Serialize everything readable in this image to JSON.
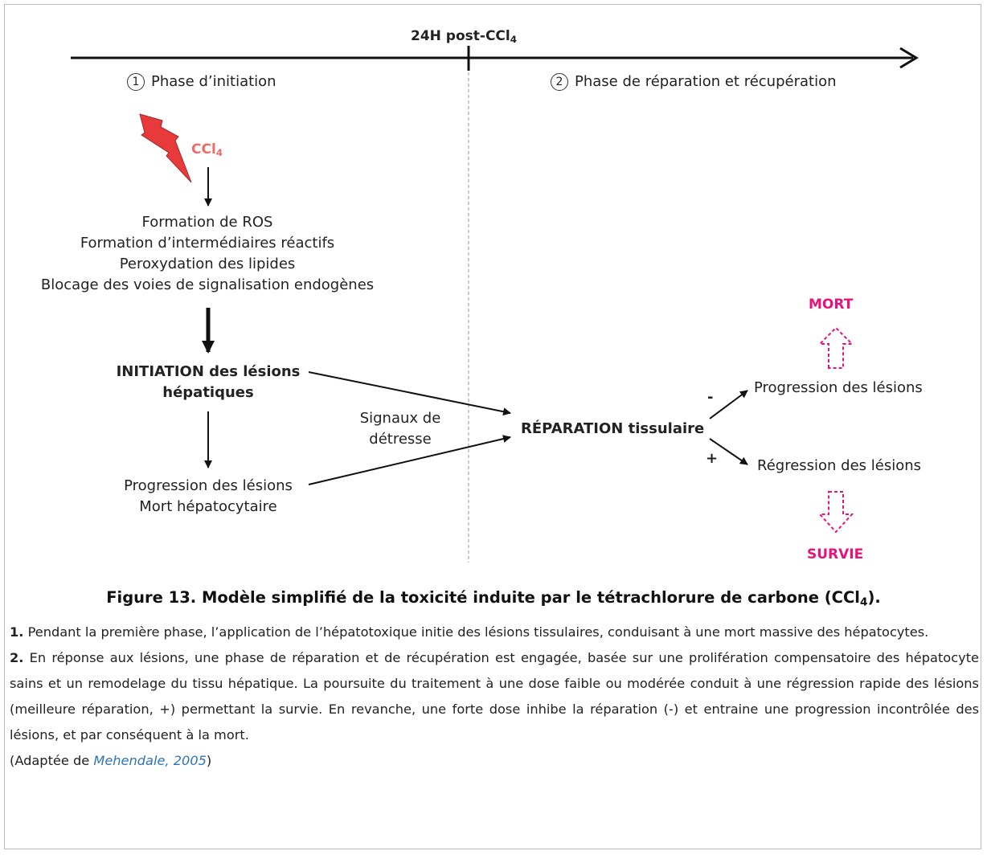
{
  "timeline": {
    "marker_label": "24H post-CCl",
    "marker_sub": "4"
  },
  "phases": [
    {
      "num": "1",
      "label": "Phase d’initiation"
    },
    {
      "num": "2",
      "label": "Phase de réparation et récupération"
    }
  ],
  "agent": {
    "label": "CCl",
    "sub": "4",
    "icon": "lightning-bolt-icon",
    "color": "#f06a6a"
  },
  "effects": [
    "Formation de ROS",
    "Formation d’intermédiaires réactifs",
    "Peroxydation des lipides",
    "Blocage des voies de signalisation endogènes"
  ],
  "initiation": {
    "line1": "INITIATION des lésions",
    "line2": "hépatiques"
  },
  "progression_left": {
    "line1": "Progression des lésions",
    "line2": "Mort hépatocytaire"
  },
  "distress": {
    "line1": "Signaux de",
    "line2": "détresse"
  },
  "repair": {
    "label": "RÉPARATION tissulaire"
  },
  "outcomes": {
    "minus_sign": "-",
    "plus_sign": "+",
    "progression": "Progression des lésions",
    "regression": "Régression des lésions",
    "death": "MORT",
    "survival": "SURVIE",
    "outcome_color": "#e8137a"
  },
  "caption": {
    "title": "Figure 13. Modèle simplifié de la toxicité induite par le tétrachlorure de carbone (CCl",
    "title_sub": "4",
    "title_end": ").",
    "p1_num": "1.",
    "p1_text": " Pendant la première phase, l’application de l’hépatotoxique initie des lésions tissulaires, conduisant à une mort massive des hépatocytes.",
    "p2_num": "2.",
    "p2_text": " En réponse aux lésions, une phase de réparation et de récupération est engagée, basée sur une prolifération compensatoire des hépatocyte sains et un remodelage du tissu hépatique. La poursuite du traitement à une dose faible ou modérée conduit à une régression rapide des lésions (meilleure réparation, +) permettant la survie. En revanche, une forte dose inhibe la réparation (-) et entraine une progression incontrôlée des lésions, et par conséquent à la mort.",
    "ref_open": "(Adaptée de ",
    "ref_link": "Mehendale, 2005",
    "ref_close": ")"
  }
}
